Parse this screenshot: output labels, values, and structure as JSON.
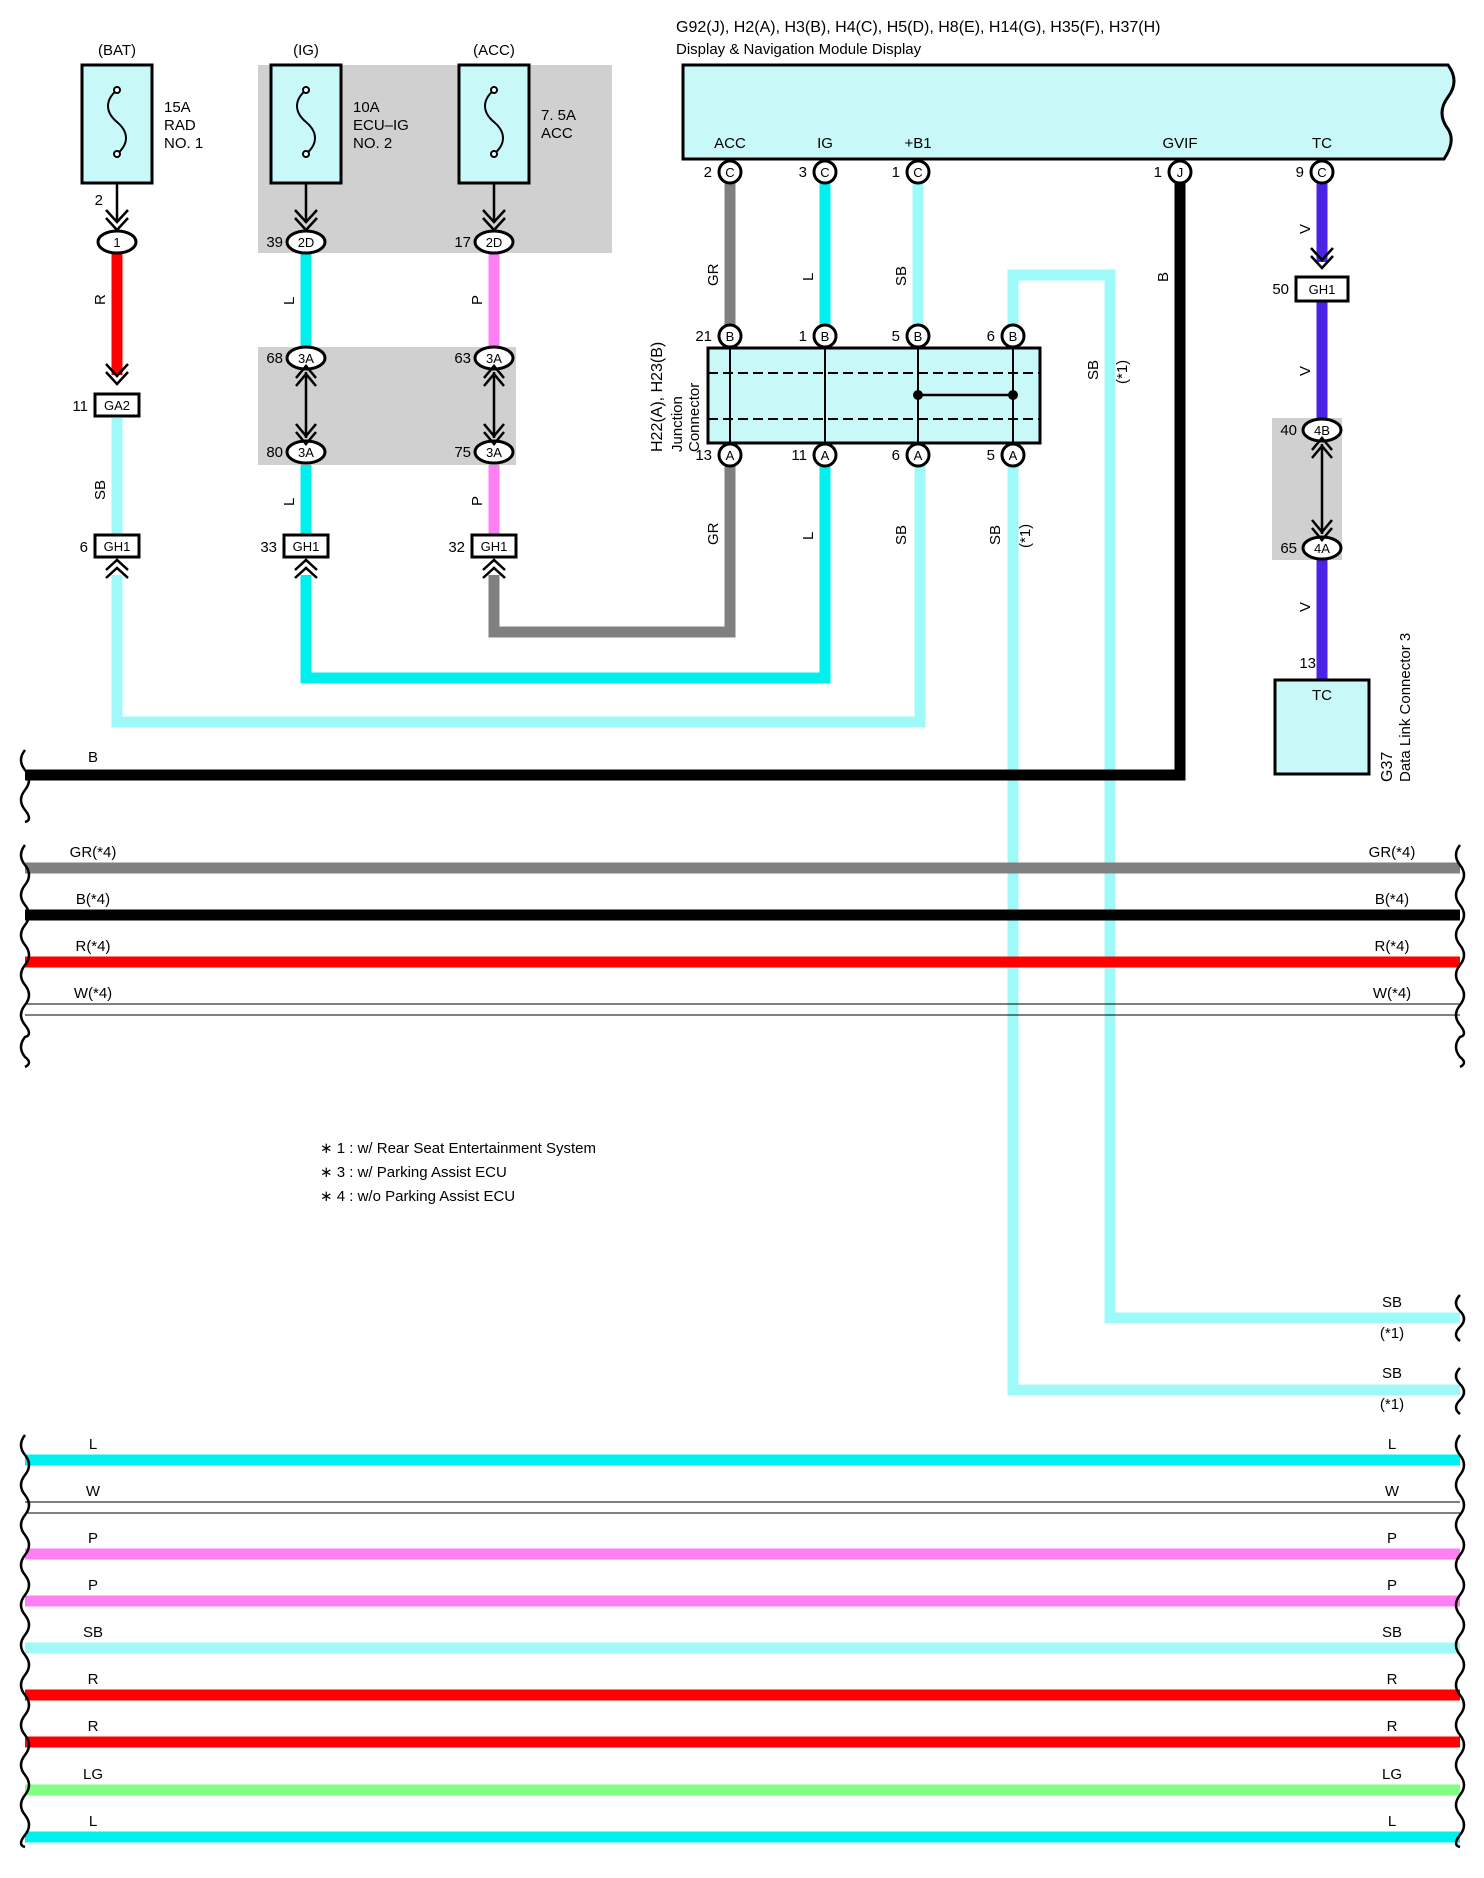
{
  "module": {
    "title": "G92(J), H2(A), H3(B), H4(C), H5(D), H8(E), H14(G), H35(F), H37(H)",
    "subtitle": "Display & Navigation Module Display",
    "pins": [
      {
        "name": "ACC",
        "num": "2",
        "conn": "C"
      },
      {
        "name": "IG",
        "num": "3",
        "conn": "C"
      },
      {
        "name": "+B1",
        "num": "1",
        "conn": "C"
      },
      {
        "name": "GVIF",
        "num": "1",
        "conn": "J"
      },
      {
        "name": "TC",
        "num": "9",
        "conn": "C"
      }
    ]
  },
  "fuses": [
    {
      "source": "(BAT)",
      "rating": "15A",
      "line1": "RAD",
      "line2": "NO. 1"
    },
    {
      "source": "(IG)",
      "rating": "10A",
      "line1": "ECU–IG",
      "line2": "NO. 2"
    },
    {
      "source": "(ACC)",
      "rating": "7. 5A",
      "line1": "ACC",
      "line2": ""
    }
  ],
  "connectors": {
    "bat_pin": "2",
    "bat_circle": "1",
    "ga2_num": "11",
    "ga2": "GA2",
    "gh1_6_num": "6",
    "gh1": "GH1",
    "ig_2d_num": "39",
    "d2": "2D",
    "acc_2d_num": "17",
    "ig_3a_top_num": "68",
    "a3": "3A",
    "acc_3a_top_num": "63",
    "ig_3a_bot_num": "80",
    "acc_3a_bot_num": "75",
    "ig_gh1_num": "33",
    "acc_gh1_num": "32",
    "tc_gh1_num": "50",
    "b4_num": "40",
    "b4": "4B",
    "a4_num": "65",
    "a4": "4A",
    "dlc_pin": "13"
  },
  "junction": {
    "title1": "H22(A), H23(B)",
    "title2": "Junction",
    "title3": "Connector",
    "top_pins": [
      {
        "num": "21",
        "conn": "B"
      },
      {
        "num": "1",
        "conn": "B"
      },
      {
        "num": "5",
        "conn": "B"
      },
      {
        "num": "6",
        "conn": "B"
      }
    ],
    "bottom_pins": [
      {
        "num": "13",
        "conn": "A"
      },
      {
        "num": "11",
        "conn": "A"
      },
      {
        "num": "6",
        "conn": "A"
      },
      {
        "num": "5",
        "conn": "A"
      }
    ]
  },
  "dlc": {
    "pin_label": "TC",
    "code": "G37",
    "name": "Data Link Connector 3"
  },
  "wire_labels": {
    "R": "R",
    "SB": "SB",
    "L": "L",
    "P": "P",
    "GR": "GR",
    "B": "B",
    "V": "V",
    "note1": "(*1)"
  },
  "bus_top": [
    {
      "label": "B",
      "color": "#000000",
      "right": ""
    },
    {
      "label": "GR(*4)",
      "color": "#808080",
      "right": "GR(*4)"
    },
    {
      "label": "B(*4)",
      "color": "#000000",
      "right": "B(*4)"
    },
    {
      "label": "R(*4)",
      "color": "#ff0000",
      "right": "R(*4)"
    },
    {
      "label": "W(*4)",
      "color": "#ffffff",
      "right": "W(*4)"
    }
  ],
  "sb_outputs": [
    {
      "label": "SB",
      "note": "(*1)"
    },
    {
      "label": "SB",
      "note": "(*1)"
    }
  ],
  "bus_bottom": [
    {
      "label": "L",
      "color": "#00f0f0"
    },
    {
      "label": "W",
      "color": "#ffffff"
    },
    {
      "label": "P",
      "color": "#ff7ff5"
    },
    {
      "label": "P",
      "color": "#ff7ff5"
    },
    {
      "label": "SB",
      "color": "#9ff9f9"
    },
    {
      "label": "R",
      "color": "#ff0000"
    },
    {
      "label": "R",
      "color": "#ff0000"
    },
    {
      "label": "LG",
      "color": "#80ff80"
    },
    {
      "label": "L",
      "color": "#00f0f0"
    }
  ],
  "notes": [
    "∗ 1 : w/ Rear Seat Entertainment System",
    "∗ 3 : w/ Parking Assist ECU",
    "∗ 4 : w/o Parking Assist ECU"
  ],
  "colors": {
    "R": "#ff0000",
    "SB": "#9ff9f9",
    "L": "#00f0f0",
    "P": "#ff7ff5",
    "GR": "#808080",
    "B": "#000000",
    "V": "#4b23e6",
    "LG": "#80ff80",
    "box": "#c8f8f8",
    "shade": "#d0d0d0"
  }
}
